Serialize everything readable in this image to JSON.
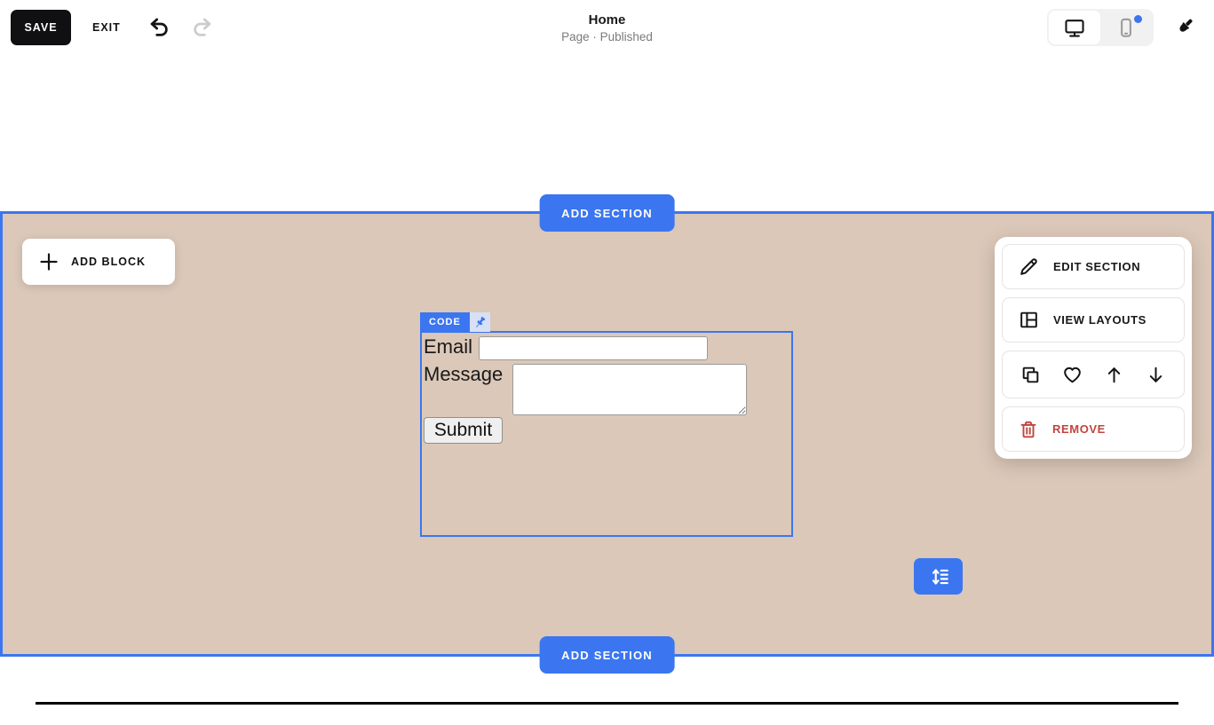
{
  "topbar": {
    "save": "SAVE",
    "exit": "EXIT",
    "title": "Home",
    "subtitle": "Page · Published",
    "icons": {
      "undo": "undo-arrow",
      "redo": "redo-arrow",
      "desktop": "desktop-monitor",
      "mobile": "mobile-phone",
      "styles": "paintbrush"
    }
  },
  "section": {
    "background_color": "#dbc8b9",
    "accent_color": "#3b76f0",
    "add_section_label": "ADD SECTION",
    "add_block_label": "ADD BLOCK"
  },
  "code_block": {
    "badge": "CODE",
    "pin_icon": "pushpin",
    "email_label": "Email",
    "email_value": "",
    "message_label": "Message",
    "message_value": "",
    "submit_label": "Submit"
  },
  "section_menu": {
    "items": [
      {
        "label": "EDIT SECTION",
        "icon": "pencil"
      },
      {
        "label": "VIEW LAYOUTS",
        "icon": "layout-columns"
      }
    ],
    "actions": [
      "duplicate",
      "favorite-heart",
      "move-up-arrow",
      "move-down-arrow"
    ],
    "remove_label": "REMOVE",
    "remove_color": "#c0453e"
  }
}
